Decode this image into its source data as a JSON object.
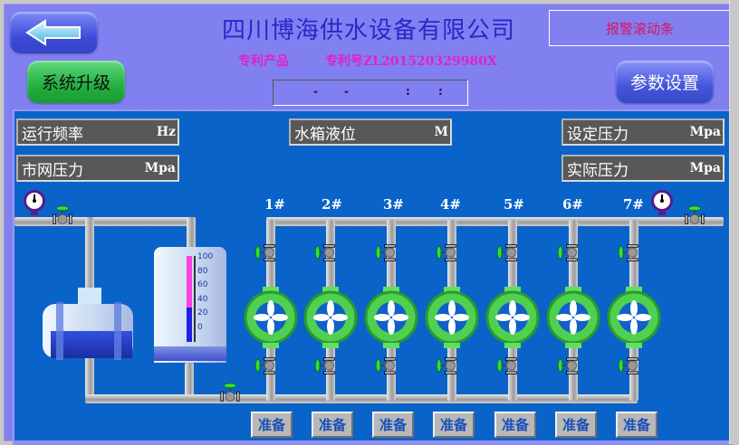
{
  "header": {
    "company_title": "四川博海供水设备有限公司",
    "patent_product": "专利产品",
    "patent_number": "专利号ZL201520329980X",
    "datetime_display": {
      "sep1": "-",
      "sep2": "-",
      "sep3": ":",
      "sep4": ":"
    },
    "alarm_marquee": "报警滚动条",
    "back_button_icon": "arrow-left-icon",
    "upgrade_button": "系统升级",
    "params_button": "参数设置"
  },
  "readouts": {
    "frequency": {
      "label": "运行频率",
      "unit": "Hz"
    },
    "mains_pressure": {
      "label": "市网压力",
      "unit": "Mpa"
    },
    "tank_level": {
      "label": "水箱液位",
      "unit": "M"
    },
    "set_pressure": {
      "label": "设定压力",
      "unit": "Mpa"
    },
    "actual_pressure": {
      "label": "实际压力",
      "unit": "Mpa"
    }
  },
  "tank_gauge": {
    "ticks": [
      "100",
      "80",
      "60",
      "40",
      "20",
      "0"
    ],
    "level_percent": 40,
    "upper_color": "#ff40e0",
    "lower_color": "#2020e0"
  },
  "pumps": [
    {
      "label": "1#",
      "status": "准备"
    },
    {
      "label": "2#",
      "status": "准备"
    },
    {
      "label": "3#",
      "status": "准备"
    },
    {
      "label": "4#",
      "status": "准备"
    },
    {
      "label": "5#",
      "status": "准备"
    },
    {
      "label": "6#",
      "status": "准备"
    },
    {
      "label": "7#",
      "status": "准备"
    }
  ],
  "colors": {
    "header_bg": "#8080f0",
    "panel_bg": "#0a63c9",
    "title": "#2828c8",
    "patent": "#e020d0",
    "alarm": "#e01060",
    "pump_body": "#40d040",
    "status_text": "#1a4fb8"
  }
}
